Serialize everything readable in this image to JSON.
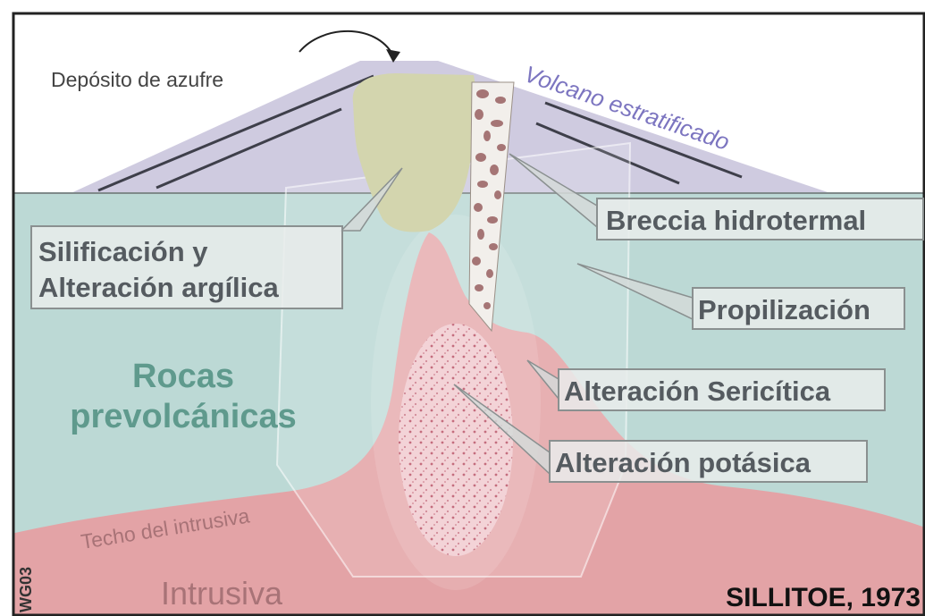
{
  "diagram": {
    "labels": {
      "sulfur_deposit": "Depósito de azufre",
      "stratovolcano": "Volcano estratificado",
      "hydrothermal_breccia": "Breccia hidrotermal",
      "silicification_line1": "Silificación y",
      "silicification_line2": "Alteración argílica",
      "propylitization": "Propilización",
      "prevolcanic_line1": "Rocas",
      "prevolcanic_line2": "prevolcánicas",
      "sericitic_alteration": "Alteración Sericítica",
      "potassic_alteration": "Alteración potásica",
      "intrusive_roof": "Techo del intrusiva",
      "intrusive": "Intrusiva",
      "credit": "SILLITOE, 1973",
      "side_code": "WG03"
    },
    "colors": {
      "volcano": "#cfcbe0",
      "prevolcanic_rocks": "#bcd9d5",
      "intrusive": "#e3a3a6",
      "argillic_zone": "#d3d5ae",
      "potassic_core": "#f3d3d7",
      "breccia_fragments": "#a57575",
      "prevolcanic_text": "#5f9a8d",
      "volcano_text": "#7c75c0",
      "intrusive_text": "#a87377"
    }
  }
}
